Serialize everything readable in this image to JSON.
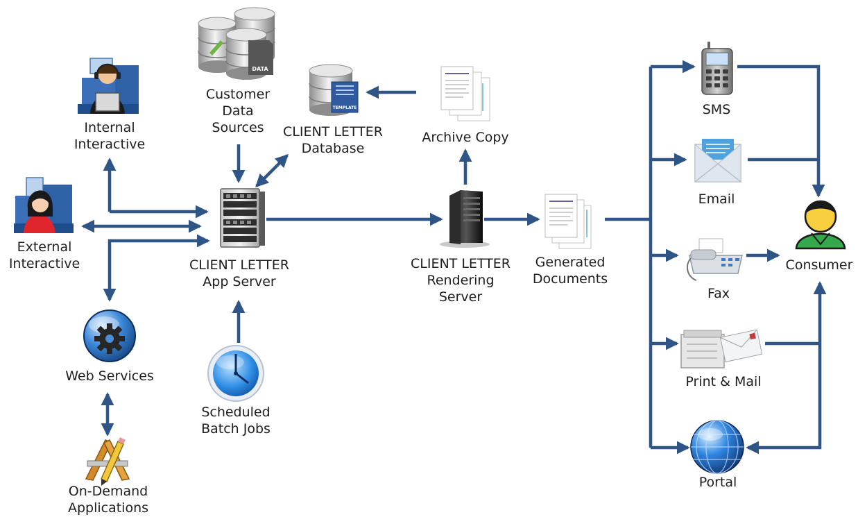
{
  "colors": {
    "connector": "#2f5586",
    "text": "#1e1e1e"
  },
  "nodes": {
    "internal_interactive": {
      "lines": [
        "Internal",
        "Interactive"
      ],
      "icon": "call-center-agent-icon"
    },
    "external_interactive": {
      "lines": [
        "External",
        "Interactive"
      ],
      "icon": "user-at-monitor-icon"
    },
    "web_services": {
      "lines": [
        "Web Services"
      ],
      "icon": "gear-globe-icon"
    },
    "on_demand_applications": {
      "lines": [
        "On-Demand",
        "Applications"
      ],
      "icon": "pencil-ruler-icon"
    },
    "customer_data_sources": {
      "lines": [
        "Customer",
        "Data",
        "Sources"
      ],
      "icon": "database-stack-icon",
      "badge": "DATA"
    },
    "app_server": {
      "lines": [
        "CLIENT LETTER",
        "App Server"
      ],
      "icon": "server-rack-icon"
    },
    "scheduled_batch_jobs": {
      "lines": [
        "Scheduled",
        "Batch Jobs"
      ],
      "icon": "clock-icon"
    },
    "database": {
      "lines": [
        "CLIENT LETTER",
        "Database"
      ],
      "icon": "database-icon",
      "badge": "TEMPLATE"
    },
    "archive_copy": {
      "lines": [
        "Archive Copy"
      ],
      "icon": "document-stack-icon"
    },
    "rendering_server": {
      "lines": [
        "CLIENT LETTER",
        "Rendering",
        "Server"
      ],
      "icon": "tower-server-icon"
    },
    "generated_documents": {
      "lines": [
        "Generated",
        "Documents"
      ],
      "icon": "document-stack-icon"
    },
    "sms": {
      "lines": [
        "SMS"
      ],
      "icon": "mobile-phone-icon"
    },
    "email": {
      "lines": [
        "Email"
      ],
      "icon": "envelope-icon"
    },
    "fax": {
      "lines": [
        "Fax"
      ],
      "icon": "fax-machine-icon"
    },
    "print_mail": {
      "lines": [
        "Print & Mail"
      ],
      "icon": "printer-mail-icon"
    },
    "portal": {
      "lines": [
        "Portal"
      ],
      "icon": "globe-icon"
    },
    "consumer": {
      "lines": [
        "Consumer"
      ],
      "icon": "consumer-person-icon"
    }
  }
}
